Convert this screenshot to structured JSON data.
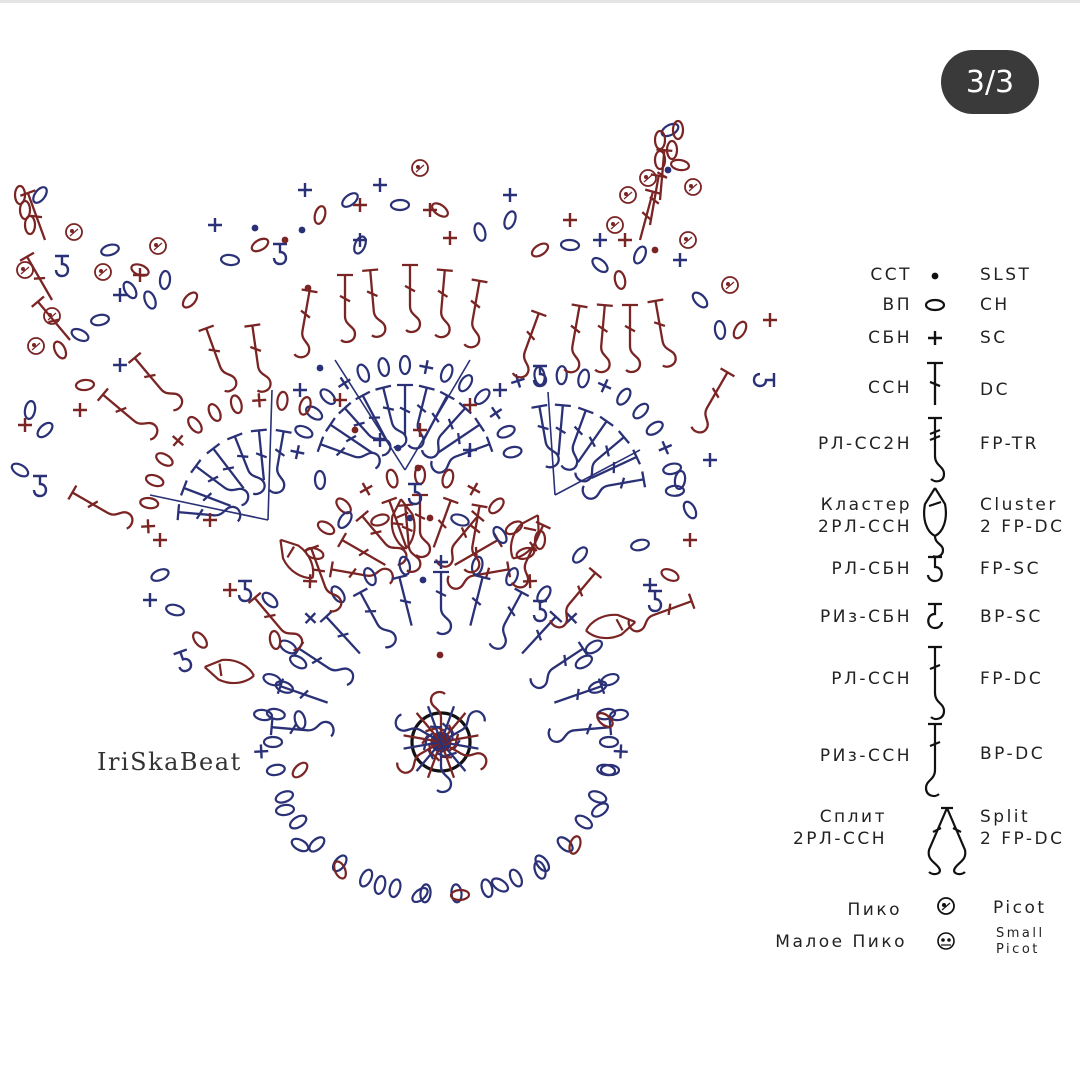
{
  "badge": {
    "text": "3/3"
  },
  "signature": {
    "text": "IriSkaBeat"
  },
  "colors": {
    "blue": "#2a3176",
    "red": "#7a2424",
    "ink": "#111111"
  },
  "legend": [
    {
      "ru": "ССТ",
      "en": "SLST",
      "symbol": "dot-icon"
    },
    {
      "ru": "ВП",
      "en": "CH",
      "symbol": "oval-icon"
    },
    {
      "ru": "СБН",
      "en": "SC",
      "symbol": "plus-icon"
    },
    {
      "ru": "ССН",
      "en": "DC",
      "symbol": "t-stitch-icon"
    },
    {
      "ru": "РЛ-СС2Н",
      "en": "FP-TR",
      "symbol": "fp-tr-icon"
    },
    {
      "ru": "Кластер\n2РЛ-ССН",
      "en": "Cluster\n2 FP-DC",
      "symbol": "cluster-icon"
    },
    {
      "ru": "РЛ-СБН",
      "en": "FP-SC",
      "symbol": "fp-sc-icon"
    },
    {
      "ru": "РИз-СБН",
      "en": "BP-SC",
      "symbol": "bp-sc-icon"
    },
    {
      "ru": "РЛ-ССН",
      "en": "FP-DC",
      "symbol": "fp-dc-icon"
    },
    {
      "ru": "РИз-ССН",
      "en": "BP-DC",
      "symbol": "bp-dc-icon"
    },
    {
      "ru": "Сплит\n2РЛ-ССН",
      "en": "Split\n2 FP-DC",
      "symbol": "split-icon"
    },
    {
      "ru": "Пико",
      "en": "Picot",
      "symbol": "picot-icon"
    },
    {
      "ru": "Малое Пико",
      "en": "Small\nPicot",
      "symbol": "small-picot-icon"
    }
  ]
}
